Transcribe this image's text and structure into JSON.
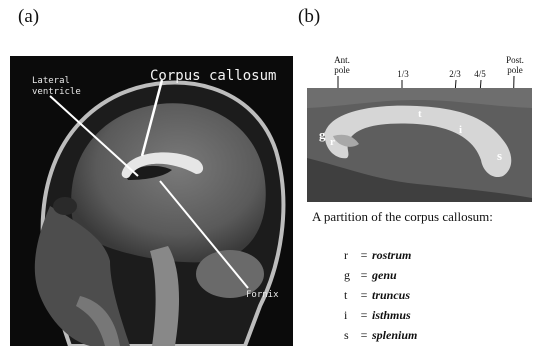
{
  "panel_labels": {
    "a": "(a)",
    "b": "(b)"
  },
  "mri": {
    "corpus_callosum_label": "Corpus callosum",
    "lateral_label_line1": "Lateral",
    "lateral_label_line2": "ventricle",
    "fornix_label": "Fornix"
  },
  "cc_panel": {
    "ant_pole_line1": "Ant.",
    "ant_pole_line2": "pole",
    "tick_1_3": "1/3",
    "tick_2_3": "2/3",
    "tick_4_5": "4/5",
    "post_pole_line1": "Post.",
    "post_pole_line2": "pole",
    "region_g": "g",
    "region_r": "r",
    "region_t": "t",
    "region_i": "i",
    "region_s": "s"
  },
  "partition_title": "A partition of the corpus callosum:",
  "legend": [
    {
      "symbol": "r",
      "eq": "=",
      "name": "rostrum"
    },
    {
      "symbol": "g",
      "eq": "=",
      "name": "genu"
    },
    {
      "symbol": "t",
      "eq": "=",
      "name": "truncus"
    },
    {
      "symbol": "i",
      "eq": "=",
      "name": "isthmus"
    },
    {
      "symbol": "s",
      "eq": "=",
      "name": "splenium"
    }
  ]
}
